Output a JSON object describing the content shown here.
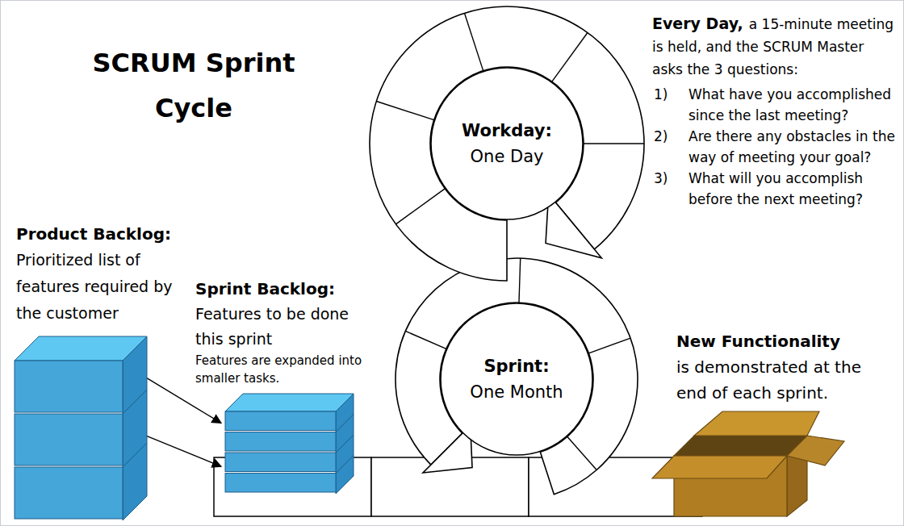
{
  "diagram": {
    "title": "SCRUM Sprint Cycle",
    "nodes": [
      {
        "text": [
          "Product Backlog:",
          "Prioritized list of features required by the customer"
        ]
      },
      {
        "text": [
          "Sprint Backlog:",
          "Features to be done this sprint",
          "Features are expanded into smaller tasks."
        ]
      },
      {
        "text": [
          "Workday:",
          "One Day"
        ]
      },
      {
        "text": [
          "Sprint:",
          "One Month"
        ]
      },
      {
        "text": [
          "New Functionality",
          "is demonstrated at the end of each sprint."
        ]
      }
    ],
    "edges": [
      {
        "from": 0,
        "to": 1,
        "arrow": "to"
      },
      {
        "from": 0,
        "to": 1,
        "arrow": "to"
      }
    ],
    "labels": [
      "Every Day,",
      "a 15-minute meeting is held, and the SCRUM Master asks the 3 questions:",
      "1)",
      "What have you accomplished since the last meeting?",
      "2)",
      "Are there any obstacles in the way of meeting your goal?",
      "3)",
      "What will you accomplish before the next meeting?"
    ]
  }
}
